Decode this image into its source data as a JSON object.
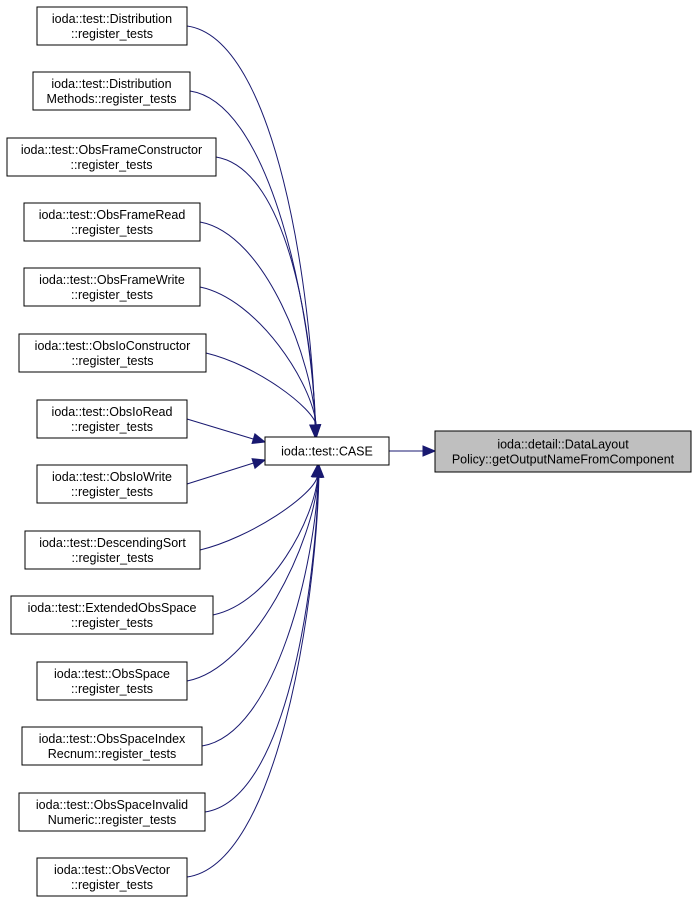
{
  "graph": {
    "target": {
      "id": "target",
      "lines": [
        "ioda::detail::DataLayout",
        "Policy::getOutputNameFromComponent"
      ],
      "highlighted": true
    },
    "hub": {
      "id": "hub",
      "lines": [
        "ioda::test::CASE"
      ]
    },
    "callers": [
      {
        "id": "c1",
        "lines": [
          "ioda::test::Distribution",
          "::register_tests"
        ]
      },
      {
        "id": "c2",
        "lines": [
          "ioda::test::Distribution",
          "Methods::register_tests"
        ]
      },
      {
        "id": "c3",
        "lines": [
          "ioda::test::ObsFrameConstructor",
          "::register_tests"
        ]
      },
      {
        "id": "c4",
        "lines": [
          "ioda::test::ObsFrameRead",
          "::register_tests"
        ]
      },
      {
        "id": "c5",
        "lines": [
          "ioda::test::ObsFrameWrite",
          "::register_tests"
        ]
      },
      {
        "id": "c6",
        "lines": [
          "ioda::test::ObsIoConstructor",
          "::register_tests"
        ]
      },
      {
        "id": "c7",
        "lines": [
          "ioda::test::ObsIoRead",
          "::register_tests"
        ]
      },
      {
        "id": "c8",
        "lines": [
          "ioda::test::ObsIoWrite",
          "::register_tests"
        ]
      },
      {
        "id": "c9",
        "lines": [
          "ioda::test::DescendingSort",
          "::register_tests"
        ]
      },
      {
        "id": "c10",
        "lines": [
          "ioda::test::ExtendedObsSpace",
          "::register_tests"
        ]
      },
      {
        "id": "c11",
        "lines": [
          "ioda::test::ObsSpace",
          "::register_tests"
        ]
      },
      {
        "id": "c12",
        "lines": [
          "ioda::test::ObsSpaceIndex",
          "Recnum::register_tests"
        ]
      },
      {
        "id": "c13",
        "lines": [
          "ioda::test::ObsSpaceInvalid",
          "Numeric::register_tests"
        ]
      },
      {
        "id": "c14",
        "lines": [
          "ioda::test::ObsVector",
          "::register_tests"
        ]
      }
    ],
    "edges": [
      {
        "from": "c1",
        "to": "hub"
      },
      {
        "from": "c2",
        "to": "hub"
      },
      {
        "from": "c3",
        "to": "hub"
      },
      {
        "from": "c4",
        "to": "hub"
      },
      {
        "from": "c5",
        "to": "hub"
      },
      {
        "from": "c6",
        "to": "hub"
      },
      {
        "from": "c7",
        "to": "hub"
      },
      {
        "from": "c8",
        "to": "hub"
      },
      {
        "from": "c9",
        "to": "hub"
      },
      {
        "from": "c10",
        "to": "hub"
      },
      {
        "from": "c11",
        "to": "hub"
      },
      {
        "from": "c12",
        "to": "hub"
      },
      {
        "from": "c13",
        "to": "hub"
      },
      {
        "from": "c14",
        "to": "hub"
      },
      {
        "from": "hub",
        "to": "target"
      }
    ],
    "colors": {
      "edge": "#191970",
      "node_border": "#000000",
      "node_fill": "#ffffff",
      "highlight_fill": "#bfbfbf"
    }
  }
}
